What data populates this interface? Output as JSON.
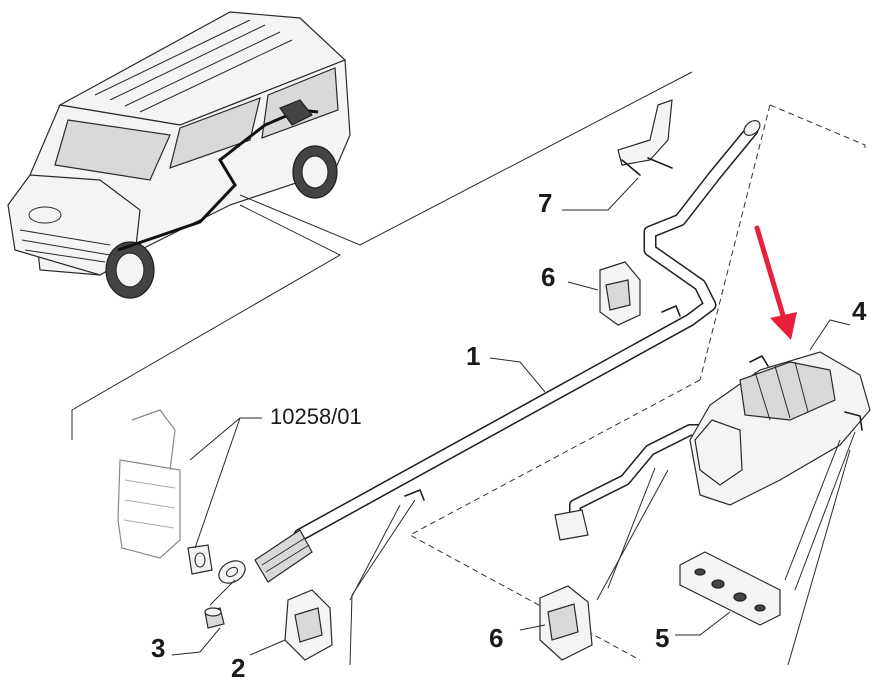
{
  "callouts": {
    "part_1": "1",
    "part_2": "2",
    "part_3": "3",
    "part_4": "4",
    "part_5": "5",
    "part_6_upper": "6",
    "part_6_lower": "6",
    "part_7": "7",
    "reference": "10258/01"
  },
  "colors": {
    "line": "#1f1f1f",
    "arrow": "#e8203a",
    "part_fill": "#f4f4f4",
    "part_shade": "#d9d9d9"
  }
}
